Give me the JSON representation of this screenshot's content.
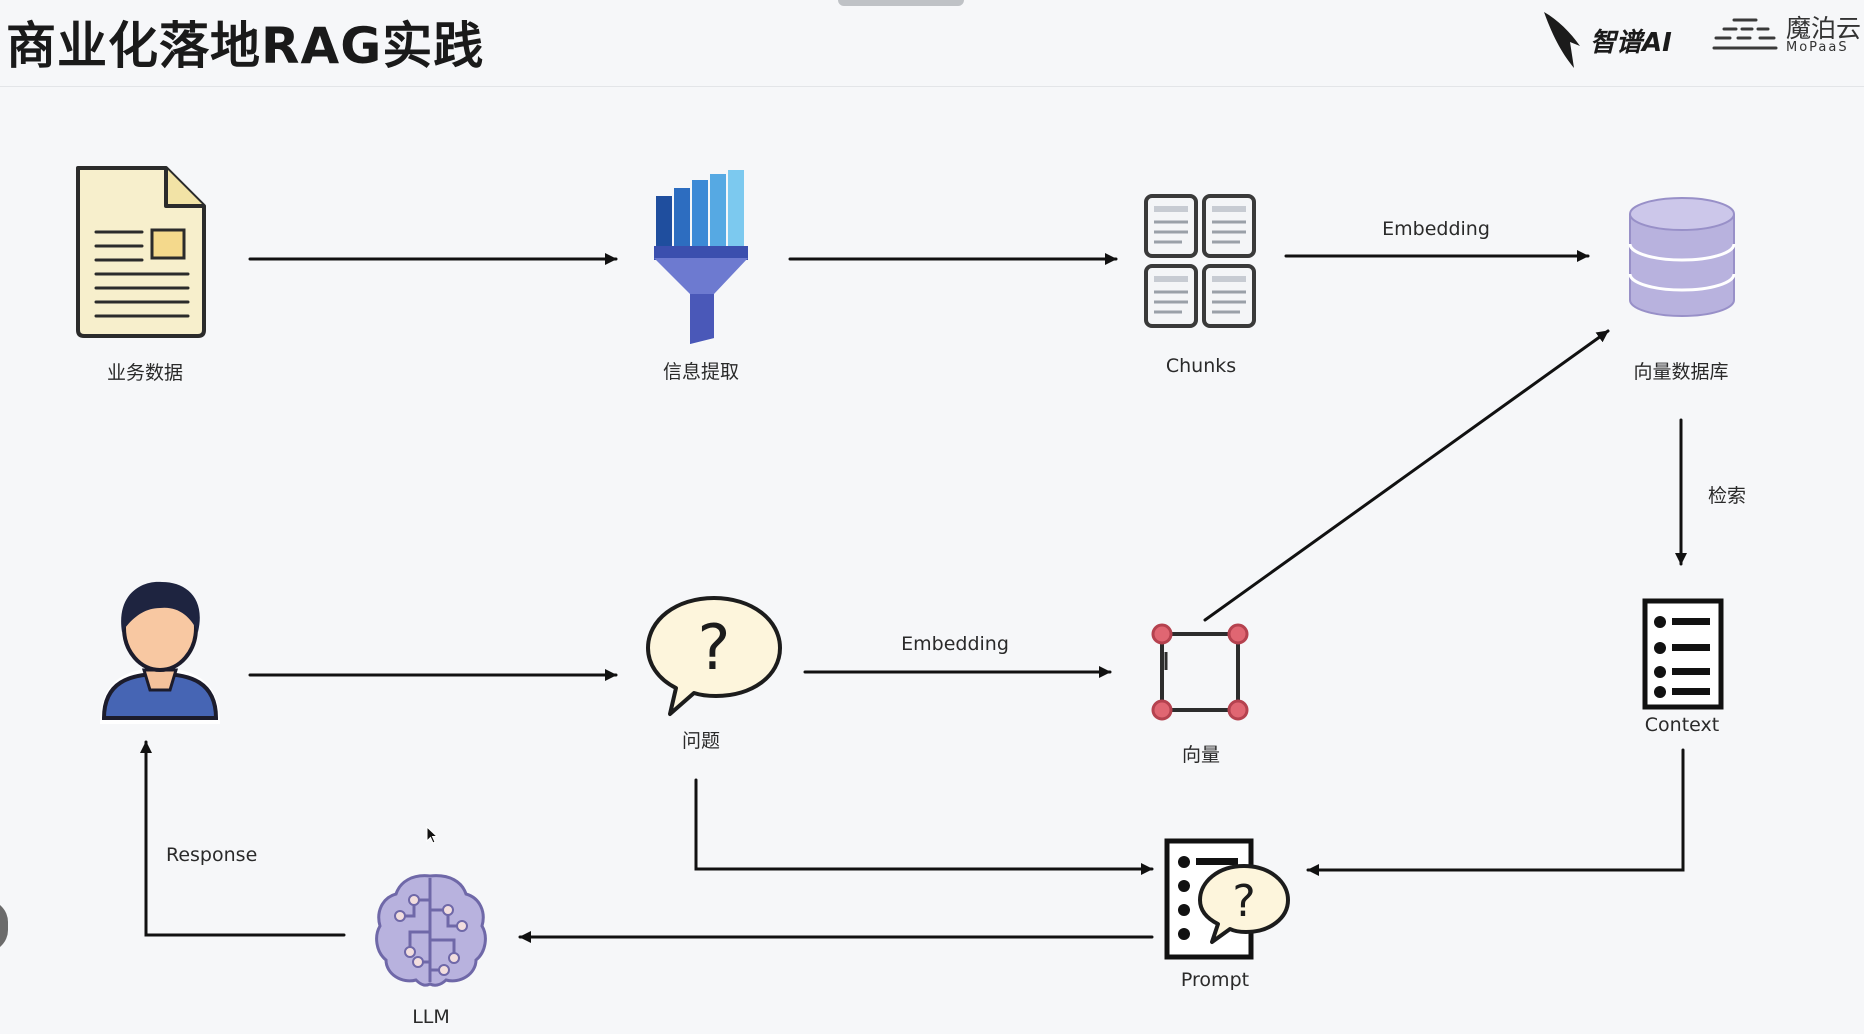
{
  "title": "商业化落地RAG实践",
  "brands": {
    "zhipu": "智谱AI",
    "mopaas_zh": "魔泊云",
    "mopaas_en": "MoPaaS"
  },
  "nodes": {
    "business_data": "业务数据",
    "info_extract": "信息提取",
    "chunks": "Chunks",
    "vector_db": "向量数据库",
    "question": "问题",
    "vector": "向量",
    "context": "Context",
    "prompt": "Prompt",
    "llm": "LLM"
  },
  "edges": {
    "embedding_top": "Embedding",
    "embedding_mid": "Embedding",
    "retrieve": "检索",
    "response": "Response"
  },
  "colors": {
    "accent_blue": "#2f5fb8",
    "db_purple": "#b8b2de",
    "node_red": "#e06672",
    "doc_cream": "#f7efcc"
  }
}
